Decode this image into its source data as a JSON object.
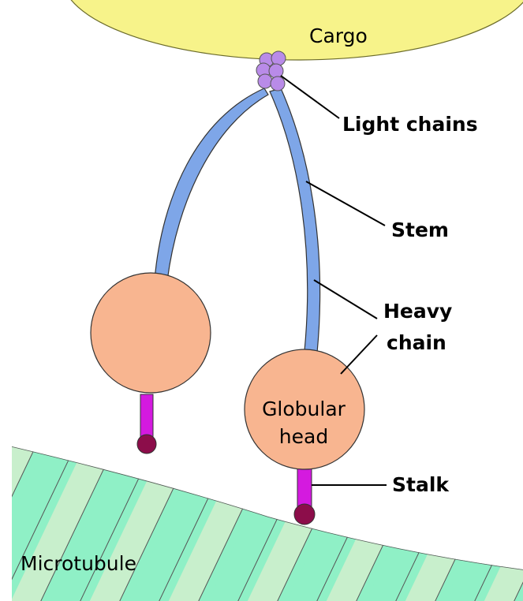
{
  "labels": {
    "cargo": "Cargo",
    "light_chains": "Light chains",
    "stem": "Stem",
    "heavy_chain_line1": "Heavy",
    "heavy_chain_line2": "chain",
    "globular_head_line1": "Globular",
    "globular_head_line2": "head",
    "stalk": "Stalk",
    "microtubule": "Microtubule"
  },
  "colors": {
    "cargo": "#f7f38a",
    "light_chains": "#b98be8",
    "stem": "#7ea6e8",
    "head": "#f8b590",
    "stalk": "#d41adf",
    "stalk_tip": "#8c0d4a",
    "microtubule_dark": "#8ff0c6",
    "microtubule_light": "#c8efcc"
  }
}
